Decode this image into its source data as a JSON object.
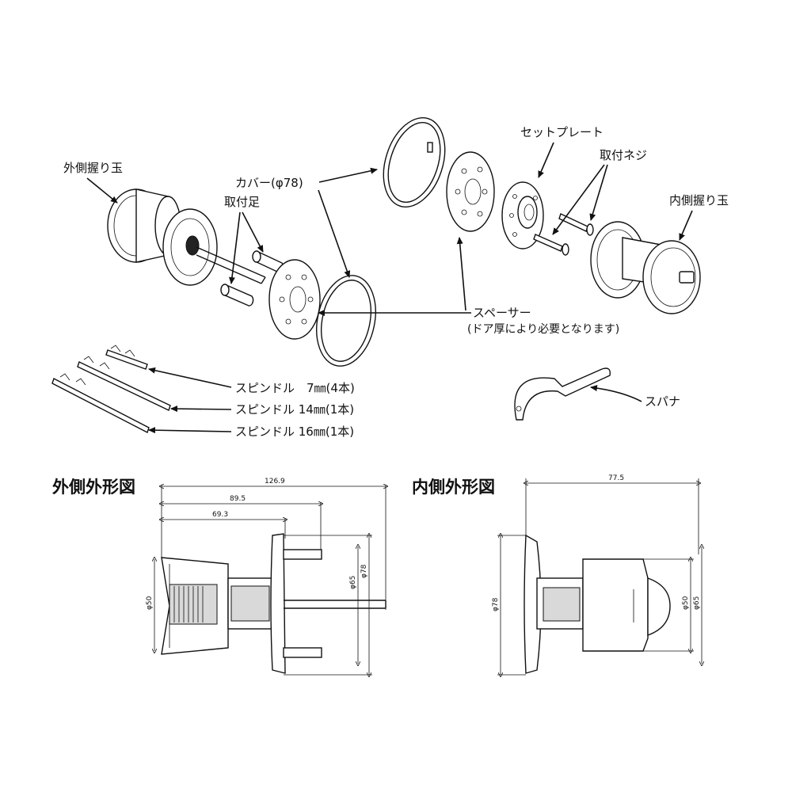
{
  "labels": {
    "outer_knob": "外側握り玉",
    "mounting_leg": "取付足",
    "cover": "カバー(φ78)",
    "set_plate": "セットプレート",
    "mounting_screw": "取付ネジ",
    "inner_knob": "内側握り玉",
    "spacer_line1": "スペーサー",
    "spacer_line2": "(ドア厚により必要となります)",
    "spindle_7": "スピンドル　7㎜(4本)",
    "spindle_14": "スピンドル 14㎜(1本)",
    "spindle_16": "スピンドル 16㎜(1本)",
    "spanner": "スパナ"
  },
  "outer_view": {
    "title": "外側外形図",
    "dim_total": "126.9",
    "dim_mid": "89.5",
    "dim_short": "69.3",
    "dim_knob_dia": "φ50",
    "dim_rose_65": "φ65",
    "dim_rose_78": "φ78"
  },
  "inner_view": {
    "title": "内側外形図",
    "dim_total": "77.5",
    "dim_rose_78": "φ78",
    "dim_knob_dia": "φ50",
    "dim_rose_65": "φ65"
  }
}
